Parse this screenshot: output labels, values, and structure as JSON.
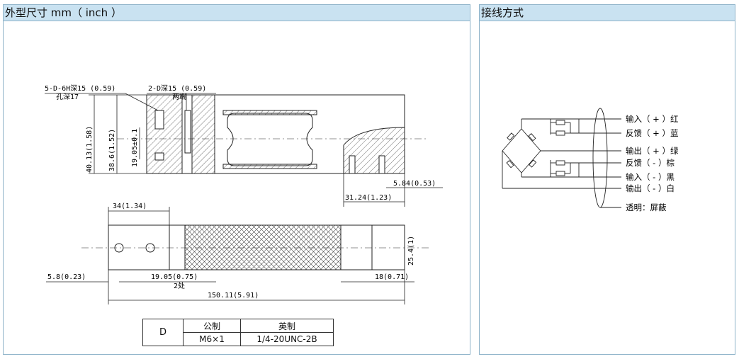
{
  "left_panel": {
    "title": "外型尺寸 mm（ inch ）"
  },
  "right_panel": {
    "title": "接线方式"
  },
  "drawing": {
    "labels": {
      "hole1": "5-D-6H深15 (0.59)",
      "hole1_sub": "孔深17",
      "hole2": "2-D深15 (0.59)",
      "hole2_sub": "两端",
      "h_total": "40.13(1.58)",
      "h_mid": "38.6(1.52)",
      "h_hole": "19.05±0.1",
      "dim_584": "5.84(0.53)",
      "dim_3124": "31.24(1.23)",
      "dim_34": "34(1.34)",
      "dim_254": "25.4(1)",
      "dim_58": "5.8(0.23)",
      "dim_1905": "19.05(0.75)",
      "dim_1905_sub": "2处",
      "dim_18": "18(0.71)",
      "dim_15011": "150.11(5.91)"
    }
  },
  "spec_table": {
    "row_label": "D",
    "headers": [
      "公制",
      "英制"
    ],
    "values": [
      "M6×1",
      "1/4-20UNC-2B"
    ]
  },
  "wiring": {
    "wires": [
      "输入（ + ）红",
      "反馈（ + ）蓝",
      "输出（ + ）绿",
      "反馈（ - ）棕",
      "输入（ - ）黑",
      "输出（ - ）白",
      "透明：屏蔽"
    ]
  }
}
